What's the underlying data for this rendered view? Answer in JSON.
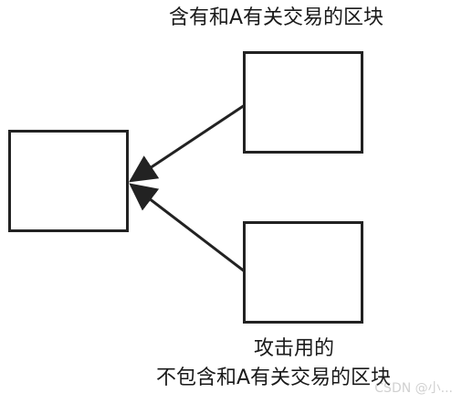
{
  "labels": {
    "top_block": "含有和A有关交易的区块",
    "attack_line1": "攻击用的",
    "attack_line2": "不包含和A有关交易的区块"
  },
  "watermark": "CSDN @小...",
  "colors": {
    "stroke": "#222222",
    "background": "#ffffff"
  }
}
